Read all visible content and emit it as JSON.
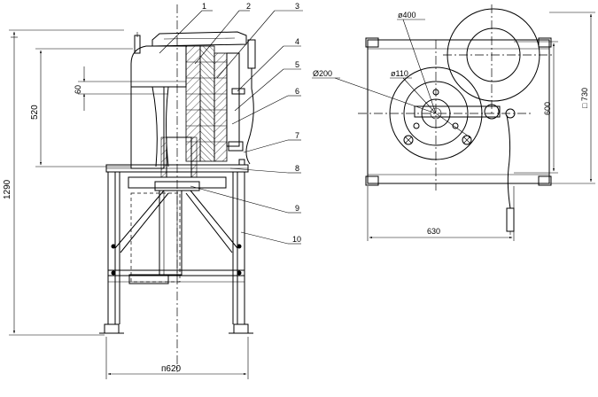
{
  "callouts": [
    "1",
    "2",
    "3",
    "4",
    "5",
    "6",
    "7",
    "8",
    "9",
    "10"
  ],
  "dimensions": {
    "overall_height": "1290",
    "upper_height": "520",
    "small_offset": "60",
    "base_width": "п620",
    "plan_width": "630",
    "plan_depth_inner": "600",
    "plan_depth_outer": "□ 730",
    "dia_400": "ø400",
    "dia_110": "ø110",
    "dia_200": "Ø200"
  }
}
